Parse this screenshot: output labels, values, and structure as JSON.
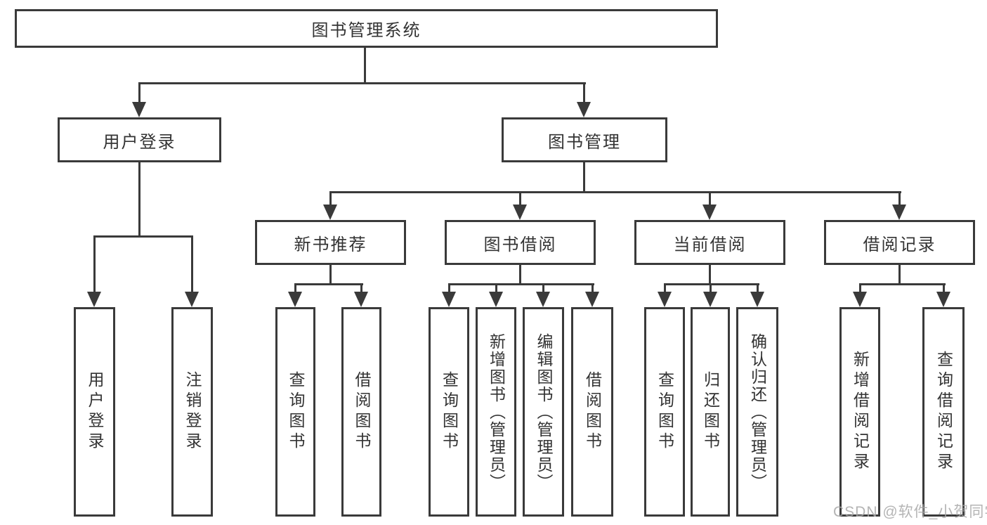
{
  "theme": {
    "line": "#3a3a3a",
    "text": "#333333",
    "bg": "#ffffff",
    "wm": "#a8a8a8"
  },
  "tree": {
    "root": {
      "label": "图书管理系统",
      "children": [
        {
          "label": "用户登录",
          "children": [
            {
              "label": "用户登录"
            },
            {
              "label": "注销登录"
            }
          ]
        },
        {
          "label": "图书管理",
          "children": [
            {
              "label": "新书推荐",
              "children": [
                {
                  "label": "查询图书"
                },
                {
                  "label": "借阅图书"
                }
              ]
            },
            {
              "label": "图书借阅",
              "children": [
                {
                  "label": "查询图书"
                },
                {
                  "label": "新增图书（管理员）"
                },
                {
                  "label": "编辑图书（管理员）"
                },
                {
                  "label": "借阅图书"
                }
              ]
            },
            {
              "label": "当前借阅",
              "children": [
                {
                  "label": "查询图书"
                },
                {
                  "label": "归还图书"
                },
                {
                  "label": "确认归还（管理员）"
                }
              ]
            },
            {
              "label": "借阅记录",
              "children": [
                {
                  "label": "新增借阅记录"
                },
                {
                  "label": "查询借阅记录"
                }
              ]
            }
          ]
        }
      ]
    }
  },
  "watermark": {
    "text": "CSDN @软件_小贺同学"
  }
}
